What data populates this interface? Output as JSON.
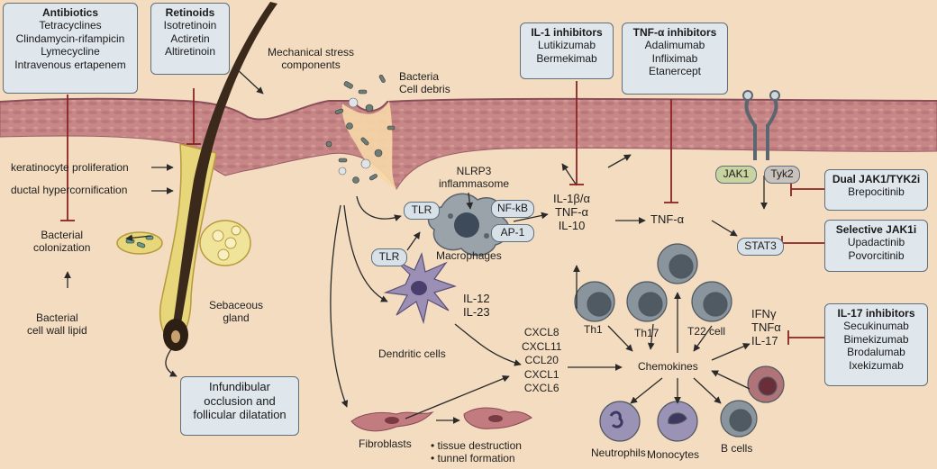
{
  "drug_boxes": {
    "antibiotics": {
      "title": "Antibiotics",
      "items": [
        "Tetracyclines",
        "Clindamycin-rifampicin",
        "Lymecycline",
        "Intravenous ertapenem"
      ]
    },
    "retinoids": {
      "title": "Retinoids",
      "items": [
        "Isotretinoin",
        "Actiretin",
        "Altiretinoin"
      ]
    },
    "il1": {
      "title": "IL-1 inhibitors",
      "items": [
        "Lutikizumab",
        "Bermekimab"
      ]
    },
    "tnf": {
      "title": "TNF-α inhibitors",
      "items": [
        "Adalimumab",
        "Infliximab",
        "Etanercept"
      ]
    },
    "jak_dual": {
      "title": "Dual JAK1/TYK2i",
      "items": [
        "Brepocitinib"
      ]
    },
    "jak_sel": {
      "title": "Selective JAK1i",
      "items": [
        "Upadactinib",
        "Povorcitinib"
      ]
    },
    "il17": {
      "title": "IL-17 inhibitors",
      "items": [
        "Secukinumab",
        "Bimekizumab",
        "Brodalumab",
        "Ixekizumab"
      ]
    }
  },
  "labels": {
    "mech_stress": [
      "Mechanical stress",
      "components"
    ],
    "bacteria": [
      "Bacteria",
      "Cell debris"
    ],
    "kerat": "keratinocyte proliferation",
    "ductal": "ductal hypercornification",
    "bact_col": [
      "Bacterial",
      "colonization"
    ],
    "bact_wall": [
      "Bacterial",
      "cell wall lipid"
    ],
    "sebaceous": [
      "Sebaceous",
      "gland"
    ],
    "infund": [
      "Infundibular",
      "occlusion and",
      "follicular dilatation"
    ],
    "nlrp3": [
      "NLRP3",
      "inflammasome"
    ],
    "tlr1": "TLR",
    "tlr2": "TLR",
    "nfkb": "NF-kB",
    "ap1": "AP-1",
    "macrophages": "Macrophages",
    "cyto1": [
      "IL-1β/α",
      "TNF-α",
      "IL-10"
    ],
    "tnfa": "TNF-α",
    "jak1": "JAK1",
    "tyk2": "Tyk2",
    "stat3": "STAT3",
    "il12": [
      "IL-12",
      "IL-23"
    ],
    "dendritic": "Dendritic cells",
    "cxcl": [
      "CXCL8",
      "CXCL11",
      "CCL20",
      "CXCL1",
      "CXCL6"
    ],
    "th1": "Th1",
    "th17": "Th17",
    "t22": "T22 cell",
    "ifn": [
      "IFNγ",
      "TNFα",
      "IL-17"
    ],
    "chemokines": "Chemokines",
    "fibroblasts": "Fibroblasts",
    "tissue": [
      "• tissue destruction",
      "• tunnel formation"
    ],
    "neutrophils": "Neutrophils",
    "monocytes": "Monocytes",
    "bcells": "B cells"
  },
  "colors": {
    "background": "#f3dcc0",
    "epidermis": "#c98b8b",
    "box_fill": "#dfe6ec",
    "box_border": "#5f6f7c",
    "inhibitor": "#8b2323",
    "cell_gray": "#8a949c",
    "hair": "#3b2a1c"
  }
}
